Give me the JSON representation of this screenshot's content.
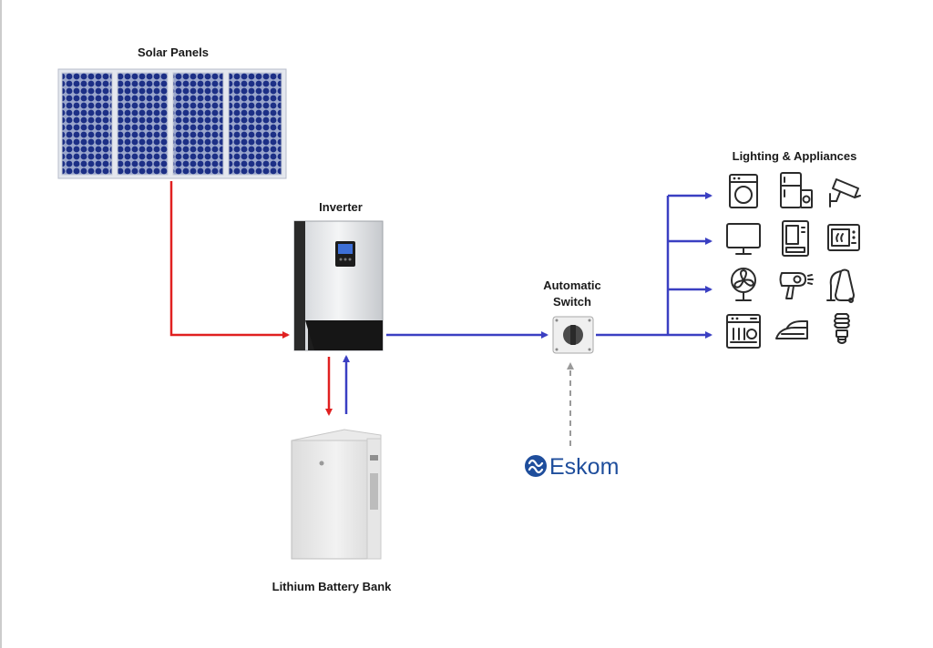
{
  "labels": {
    "solar_panels": "Solar Panels",
    "inverter": "Inverter",
    "automatic_switch_line1": "Automatic",
    "automatic_switch_line2": "Switch",
    "lighting_appliances": "Lighting & Appliances",
    "battery": "Lithium Battery Bank",
    "eskom": "Eskom"
  },
  "icons": [
    "washing-machine-icon",
    "refrigerator-icon",
    "security-camera-icon",
    "television-icon",
    "vending-machine-icon",
    "microwave-icon",
    "fan-icon",
    "hair-dryer-icon",
    "vacuum-cleaner-icon",
    "dishwasher-icon",
    "clothes-iron-icon",
    "light-bulb-icon"
  ],
  "colors": {
    "dc_line": "#e02020",
    "ac_line": "#3a3fc2",
    "grid_line": "#9a9a9a",
    "eskom_blue": "#1f4e9c",
    "panel_cell": "#1c2f86"
  }
}
